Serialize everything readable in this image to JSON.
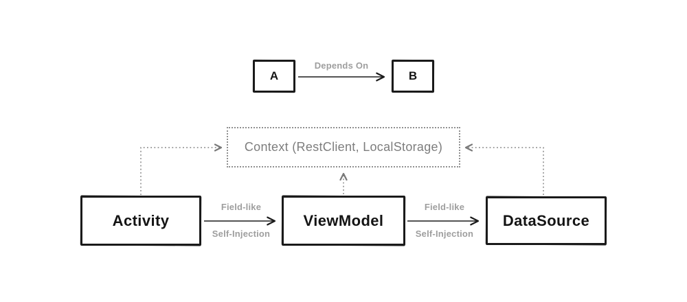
{
  "colors": {
    "background": "#ffffff",
    "box_border": "#1b1b1b",
    "box_text": "#141414",
    "gray_label": "#9e9e9e",
    "context_text": "#7d7d7d",
    "dotted_line": "#808080"
  },
  "legend": {
    "box_a_label": "A",
    "box_b_label": "B",
    "relation_label": "Depends On"
  },
  "context": {
    "label": "Context (RestClient, LocalStorage)"
  },
  "nodes": {
    "activity": "Activity",
    "viewmodel": "ViewModel",
    "datasource": "DataSource"
  },
  "edges": {
    "activity_viewmodel": {
      "from": "Activity",
      "to": "ViewModel",
      "label_top": "Field-like",
      "label_bottom": "Self-Injection",
      "style": "solid"
    },
    "viewmodel_datasource": {
      "from": "ViewModel",
      "to": "DataSource",
      "label_top": "Field-like",
      "label_bottom": "Self-Injection",
      "style": "solid"
    },
    "dotted": [
      {
        "from": "Activity",
        "to": "Context",
        "style": "dotted"
      },
      {
        "from": "ViewModel",
        "to": "Context",
        "style": "dotted"
      },
      {
        "from": "DataSource",
        "to": "Context",
        "style": "dotted"
      }
    ]
  }
}
